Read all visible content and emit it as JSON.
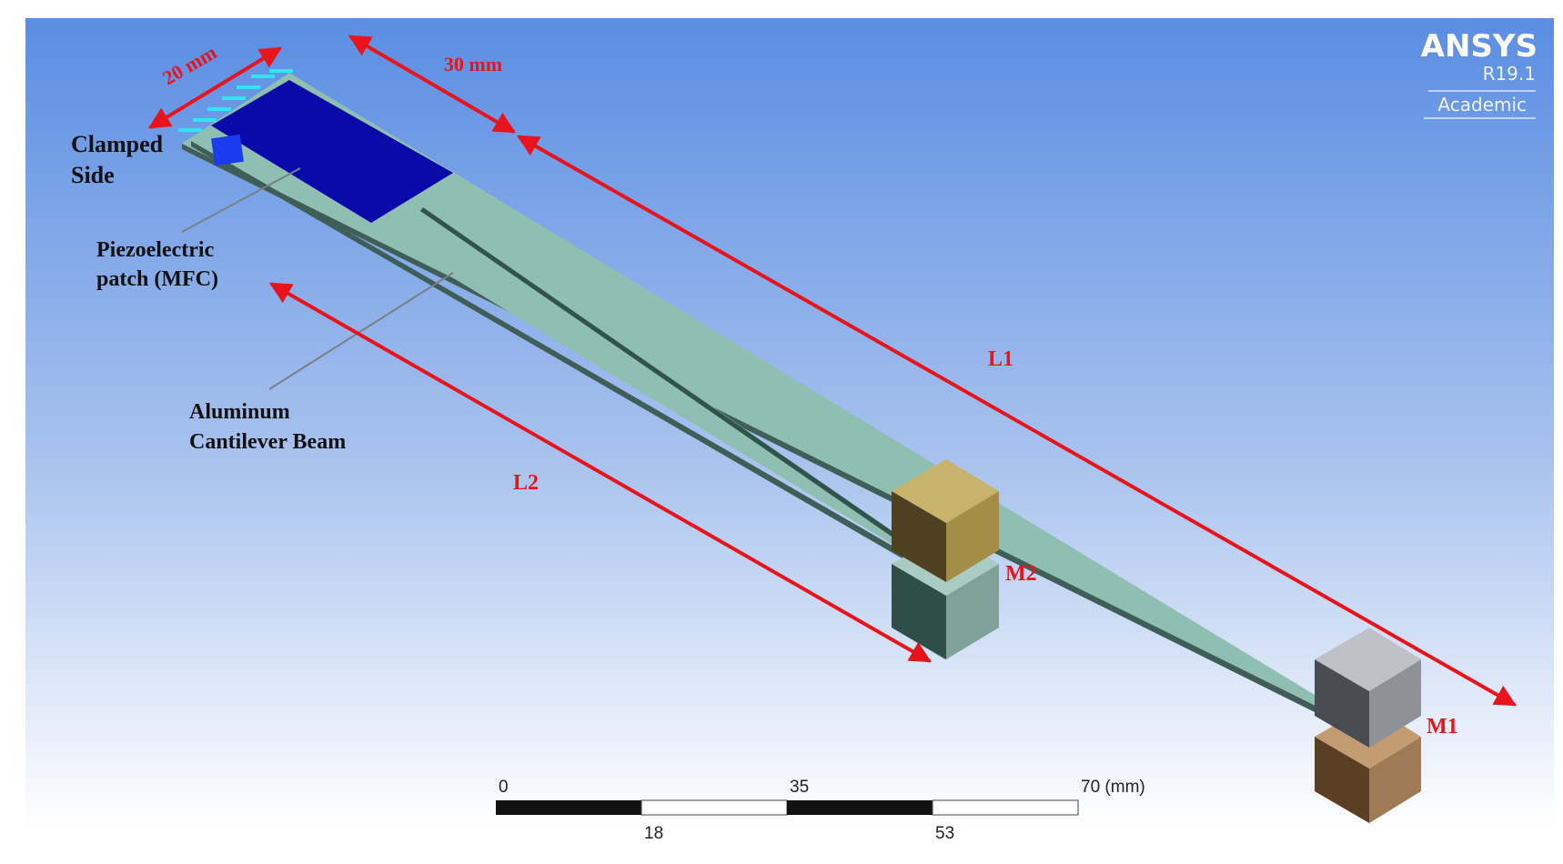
{
  "software": {
    "name": "ANSYS",
    "version": "R19.1",
    "license": "Academic"
  },
  "labels": {
    "clamped_line1": "Clamped",
    "clamped_line2": "Side",
    "piezo_line1": "Piezoelectric",
    "piezo_line2": "patch (MFC)",
    "beam_line1": "Aluminum",
    "beam_line2": "Cantilever Beam",
    "mass1": "M1",
    "mass2": "M2"
  },
  "dimensions": {
    "width": "20 mm",
    "patch_gap": "30 mm",
    "length1": "L1",
    "length2": "L2"
  },
  "scale_bar": {
    "top_ticks": [
      "0",
      "35",
      "70 (mm)"
    ],
    "bottom_ticks": [
      "18",
      "53"
    ]
  },
  "colors": {
    "background_top": "#5a8de3",
    "background_bottom": "#ffffff",
    "beam": "#8fbfb0",
    "patch": "#0a0aa8",
    "dimension_arrow": "#e8141b",
    "clamp_marks": "#2ee6f0"
  }
}
